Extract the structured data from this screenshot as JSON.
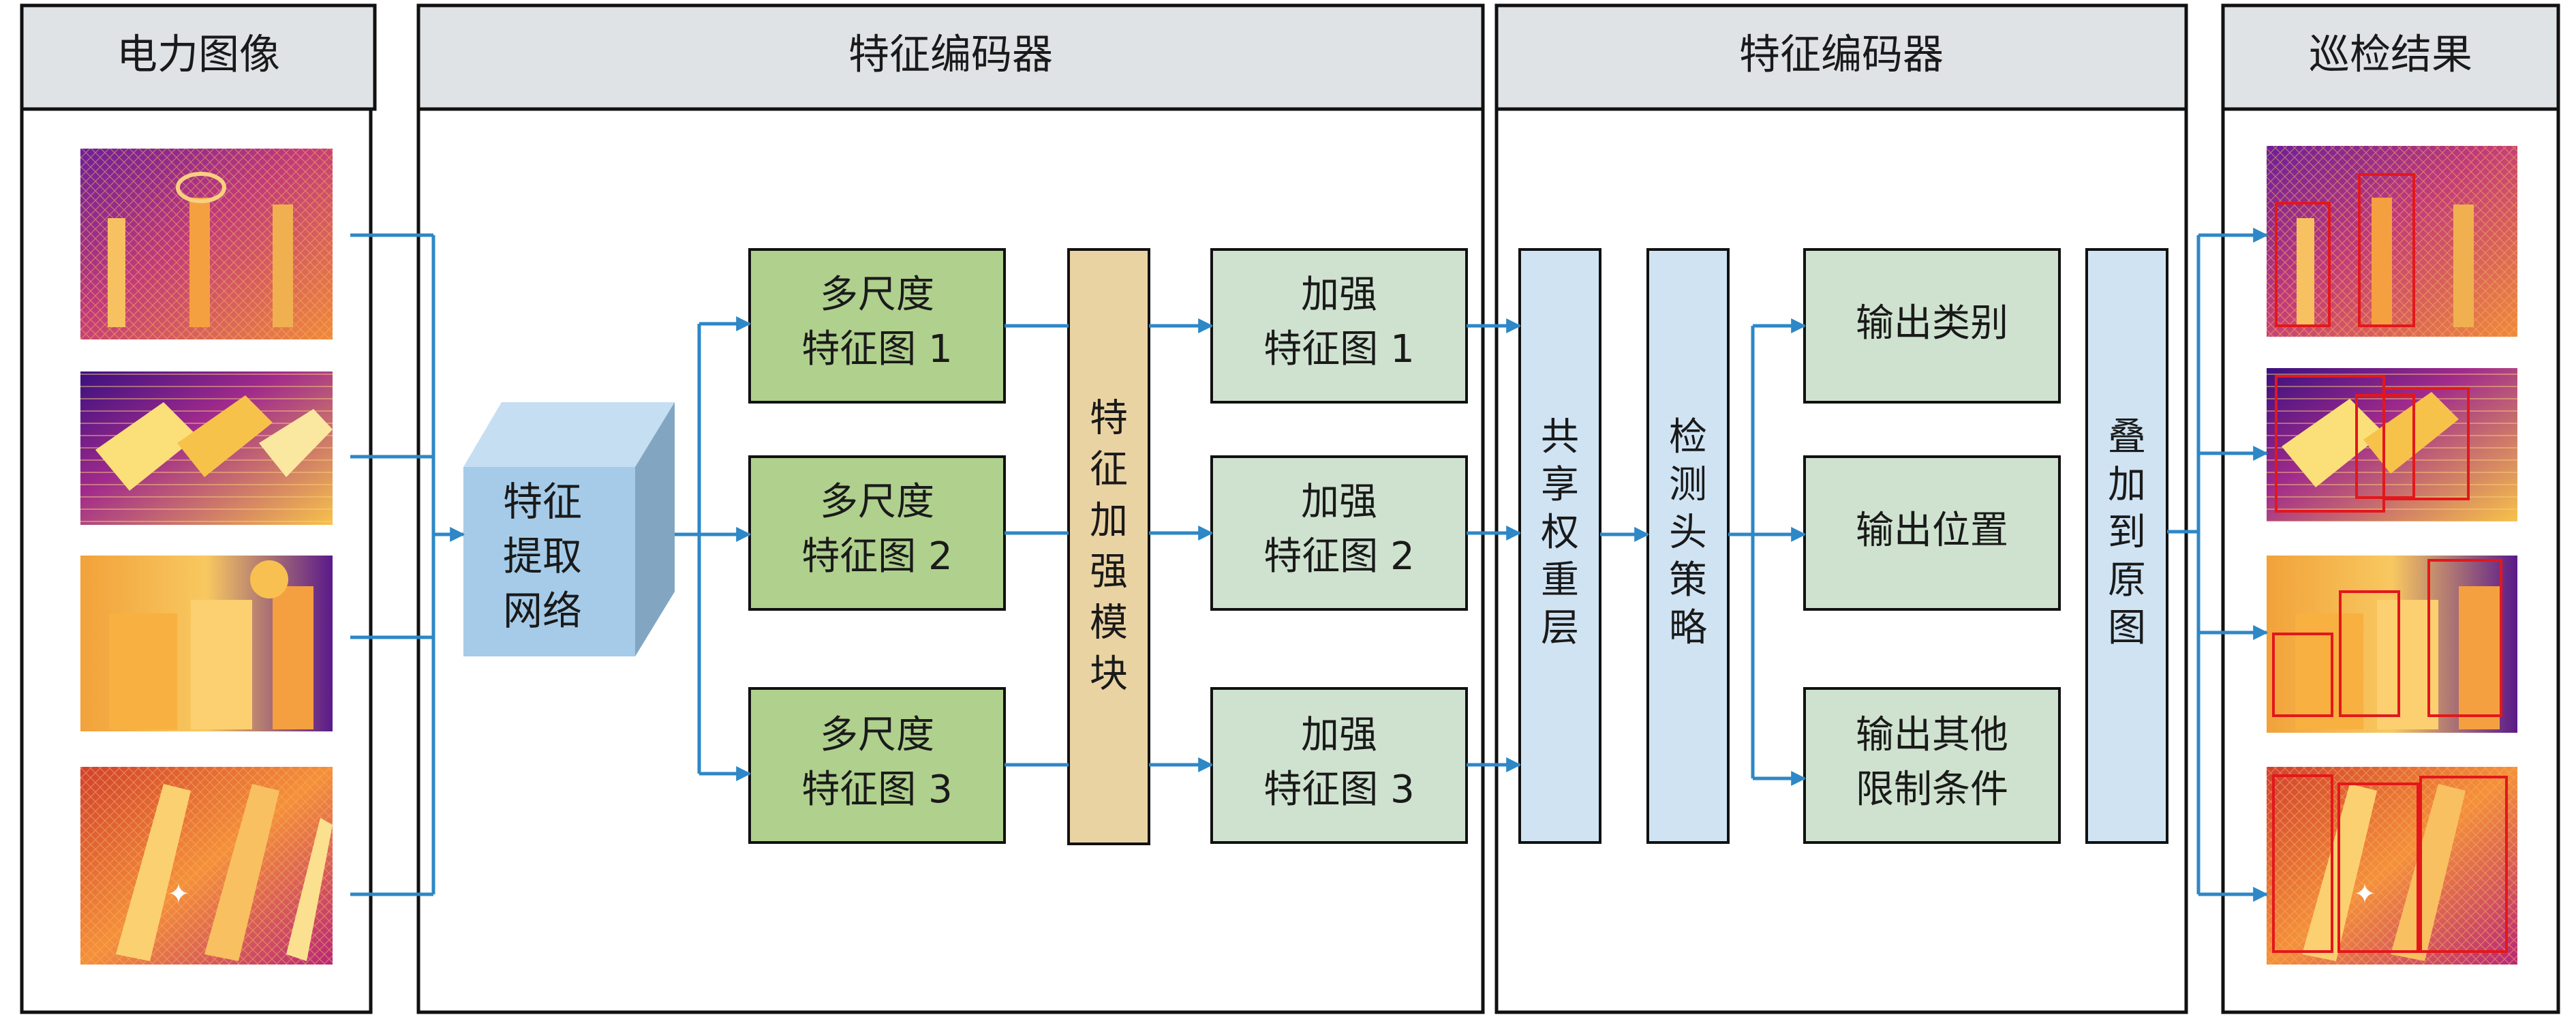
{
  "headers": {
    "input": "电力图像",
    "encoder": "特征编码器",
    "decoder": "特征编码器",
    "output": "巡检结果"
  },
  "backbone": {
    "lines": [
      "特征",
      "提取",
      "网络"
    ]
  },
  "multiscale": [
    {
      "line1": "多尺度",
      "line2": "特征图 1"
    },
    {
      "line1": "多尺度",
      "line2": "特征图 2"
    },
    {
      "line1": "多尺度",
      "line2": "特征图 3"
    }
  ],
  "enhance_module": {
    "chars": [
      "特",
      "征",
      "加",
      "强",
      "模",
      "块"
    ]
  },
  "enhanced": [
    {
      "line1": "加强",
      "line2": "特征图 1"
    },
    {
      "line1": "加强",
      "line2": "特征图 2"
    },
    {
      "line1": "加强",
      "line2": "特征图 3"
    }
  ],
  "shared_layer": {
    "chars": [
      "共",
      "享",
      "权",
      "重",
      "层"
    ]
  },
  "detect_head": {
    "chars": [
      "检",
      "测",
      "头",
      "策",
      "略"
    ]
  },
  "outputs": [
    {
      "line1": "输出类别",
      "line2": ""
    },
    {
      "line1": "输出位置",
      "line2": ""
    },
    {
      "line1": "输出其他",
      "line2": "限制条件"
    }
  ],
  "overlay": {
    "chars": [
      "叠",
      "加",
      "到",
      "原",
      "图"
    ]
  },
  "colors": {
    "header_bg": "#dfe3e6",
    "green_box": "#b0d08e",
    "enhance_module": "#ead3a3",
    "light_green_box": "#cfe2cf",
    "blue_box": "#cfe3f3",
    "cube_front": "#a6cbe8",
    "cube_top": "#c6def2",
    "cube_side": "#82a6c2",
    "arrow": "#2e87c6",
    "detect_box": "#e3171b"
  }
}
